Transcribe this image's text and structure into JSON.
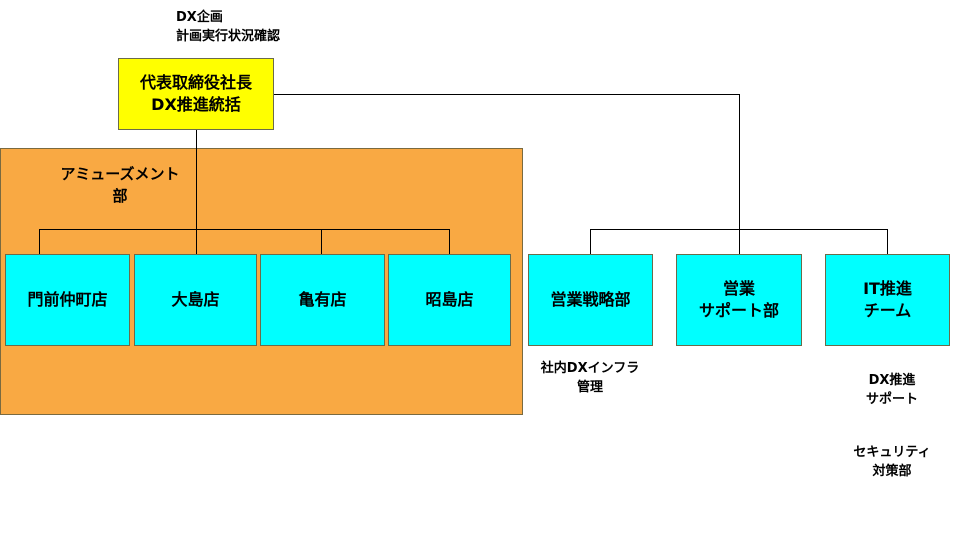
{
  "colors": {
    "ceo": "#ffff00",
    "unit": "#00ffff",
    "division_bg": "#f9a943",
    "line": "#000000"
  },
  "top_note": "DX企画\n計画実行状況確認",
  "ceo": "代表取締役社長\nDX推進統括",
  "division": {
    "label": "アミューズメント\n部",
    "stores": [
      "門前仲町店",
      "大島店",
      "亀有店",
      "昭島店"
    ]
  },
  "departments": [
    {
      "label": "営業戦略部",
      "note": "社内DXインフラ\n管理"
    },
    {
      "label": "営業\nサポート部"
    },
    {
      "label": "IT推進\nチーム",
      "notes": [
        "DX推進\nサポート",
        "セキュリティ\n対策部"
      ]
    }
  ]
}
